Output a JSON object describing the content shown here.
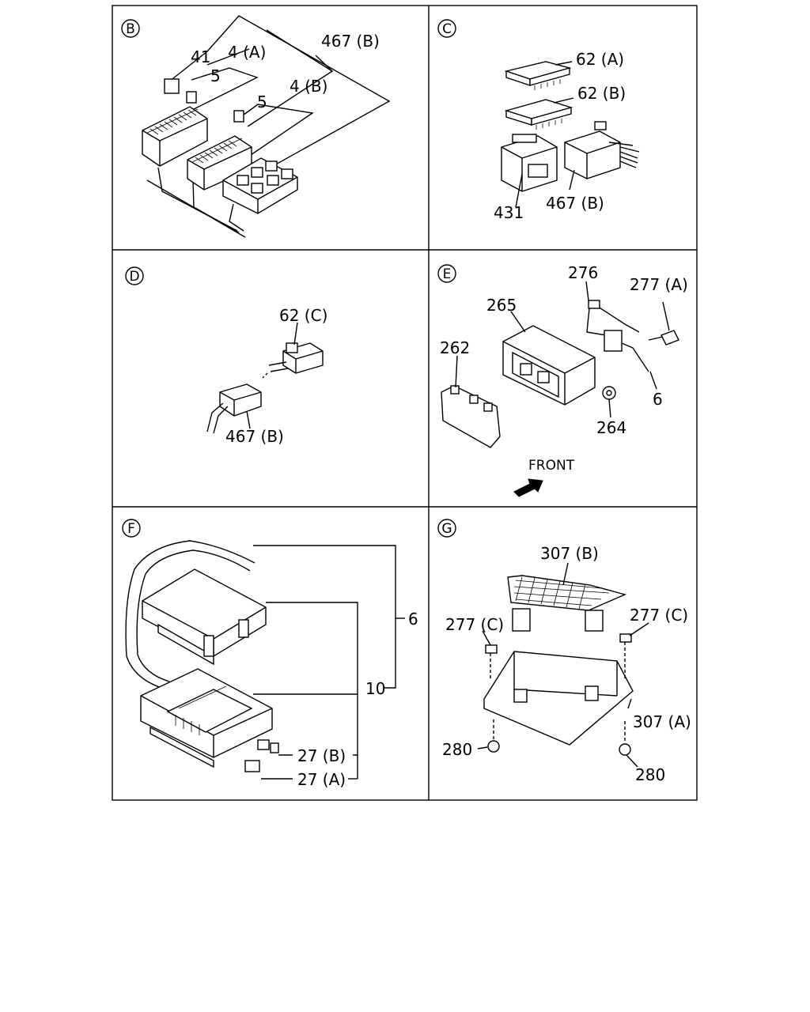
{
  "panels": [
    {
      "id": "B",
      "labels": [
        "41",
        "4 (A)",
        "467 (B)",
        "5",
        "5",
        "4 (B)"
      ]
    },
    {
      "id": "C",
      "labels": [
        "62 (A)",
        "62 (B)",
        "431",
        "467 (B)"
      ]
    },
    {
      "id": "D",
      "labels": [
        "62 (C)",
        "467 (B)"
      ]
    },
    {
      "id": "E",
      "labels": [
        "276",
        "277 (A)",
        "265",
        "262",
        "6",
        "264"
      ],
      "front": "FRONT"
    },
    {
      "id": "F",
      "labels": [
        "6",
        "10",
        "27 (B)",
        "27 (A)"
      ]
    },
    {
      "id": "G",
      "labels": [
        "307 (B)",
        "277 (C)",
        "277 (C)",
        "307 (A)",
        "280",
        "280"
      ]
    }
  ]
}
